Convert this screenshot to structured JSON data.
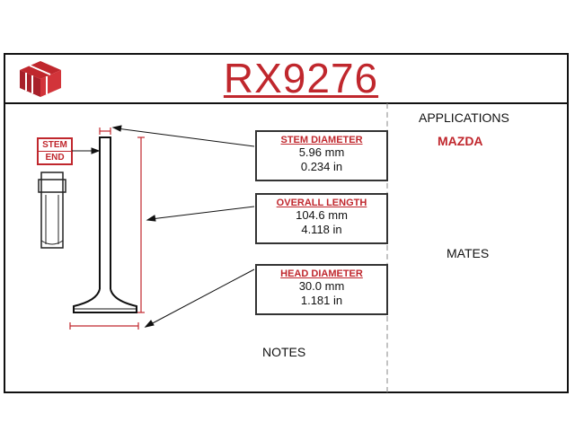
{
  "header": {
    "part_number": "RX9276"
  },
  "stem_end": {
    "line1": "STEM",
    "line2": "END"
  },
  "specs": {
    "stem_diameter": {
      "title": "STEM  DIAMETER",
      "mm": "5.96 mm",
      "in": "0.234 in"
    },
    "overall_length": {
      "title": "OVERALL LENGTH",
      "mm": "104.6 mm",
      "in": "4.118 in"
    },
    "head_diameter": {
      "title": "HEAD DIAMETER",
      "mm": "30.0 mm",
      "in": "1.181 in"
    }
  },
  "applications": {
    "title": "APPLICATIONS",
    "items": [
      "MAZDA"
    ]
  },
  "mates": {
    "title": "MATES"
  },
  "notes": {
    "title": "NOTES"
  },
  "colors": {
    "accent": "#c0272d",
    "line": "#111111"
  }
}
